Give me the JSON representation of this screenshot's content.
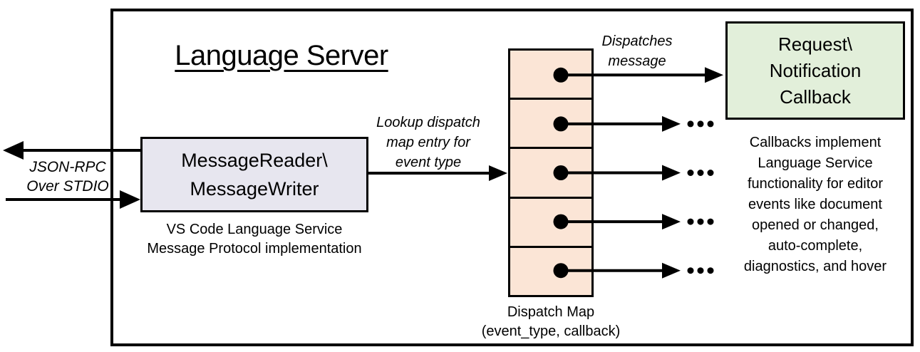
{
  "title": "Language Server",
  "io": {
    "label": "JSON-RPC\nOver STDIO"
  },
  "reader": {
    "label": "MessageReader\\\nMessageWriter",
    "caption": "VS Code Language Service\nMessage Protocol implementation",
    "fill": "#e7e6ef"
  },
  "lookup": {
    "label": "Lookup dispatch\nmap entry for\nevent type"
  },
  "dispatch": {
    "rows": 5,
    "label": "Dispatches\nmessage",
    "caption": "Dispatch Map\n(event_type, callback)",
    "fill": "#fbe5d6"
  },
  "callback": {
    "label": "Request\\\nNotification\nCallback",
    "caption": "Callbacks implement\nLanguage Service\nfunctionality for editor\nevents like document\nopened or changed,\nauto-complete,\ndiagnostics, and hover",
    "fill": "#e2efda"
  },
  "colors": {
    "line": "#000000"
  }
}
